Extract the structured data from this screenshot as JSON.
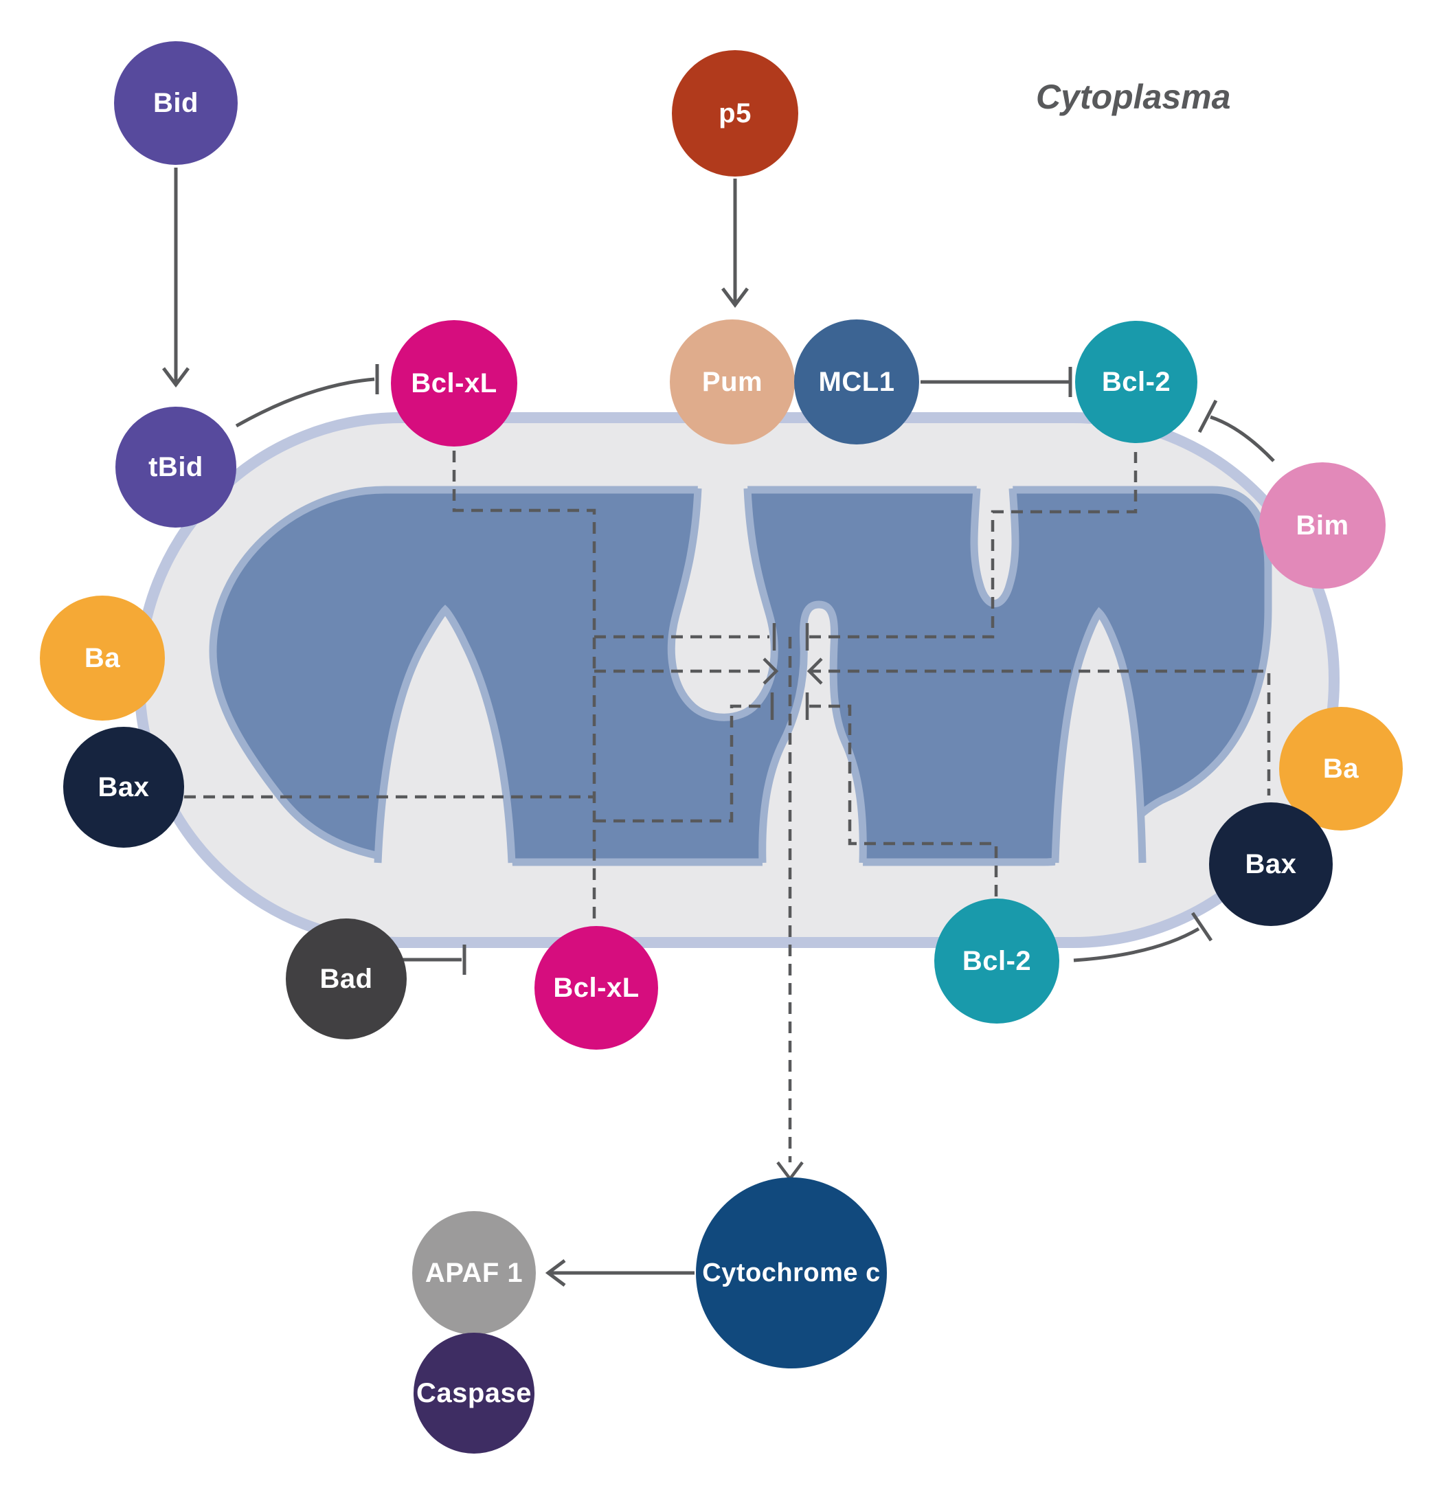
{
  "region_label": "Cytoplasma",
  "nodes": {
    "bid": {
      "label": "Bid",
      "color": "#574a9d"
    },
    "p5": {
      "label": "p5",
      "color": "#b13a1c"
    },
    "bclxl_top": {
      "label": "Bcl-xL",
      "color": "#d60d7e"
    },
    "pum": {
      "label": "Pum",
      "color": "#dfac8c"
    },
    "mcl1": {
      "label": "MCL1",
      "color": "#3c6493"
    },
    "bcl2_top": {
      "label": "Bcl-2",
      "color": "#199aab"
    },
    "tbid": {
      "label": "tBid",
      "color": "#574a9d"
    },
    "bim": {
      "label": "Bim",
      "color": "#e289b9"
    },
    "ba_left": {
      "label": "Ba",
      "color": "#f5a936"
    },
    "bax_left": {
      "label": "Bax",
      "color": "#16243f"
    },
    "ba_right": {
      "label": "Ba",
      "color": "#f5a936"
    },
    "bax_right": {
      "label": "Bax",
      "color": "#16243f"
    },
    "bad": {
      "label": "Bad",
      "color": "#414042"
    },
    "bclxl_bottom": {
      "label": "Bcl-xL",
      "color": "#d60d7e"
    },
    "bcl2_bottom": {
      "label": "Bcl-2",
      "color": "#199aab"
    },
    "cytochrome_c": {
      "label": "Cytochrome c",
      "color": "#11497d"
    },
    "apaf1": {
      "label": "APAF 1",
      "color": "#9c9b9b"
    },
    "caspase": {
      "label": "Caspase",
      "color": "#3e2d63"
    }
  },
  "membrane": {
    "outer_fill": "#e8e8ea",
    "outer_stroke": "#bdc6df",
    "matrix_fill": "#6d88b2",
    "matrix_stroke": "#9fb1cf"
  },
  "line_color": "#58595b"
}
